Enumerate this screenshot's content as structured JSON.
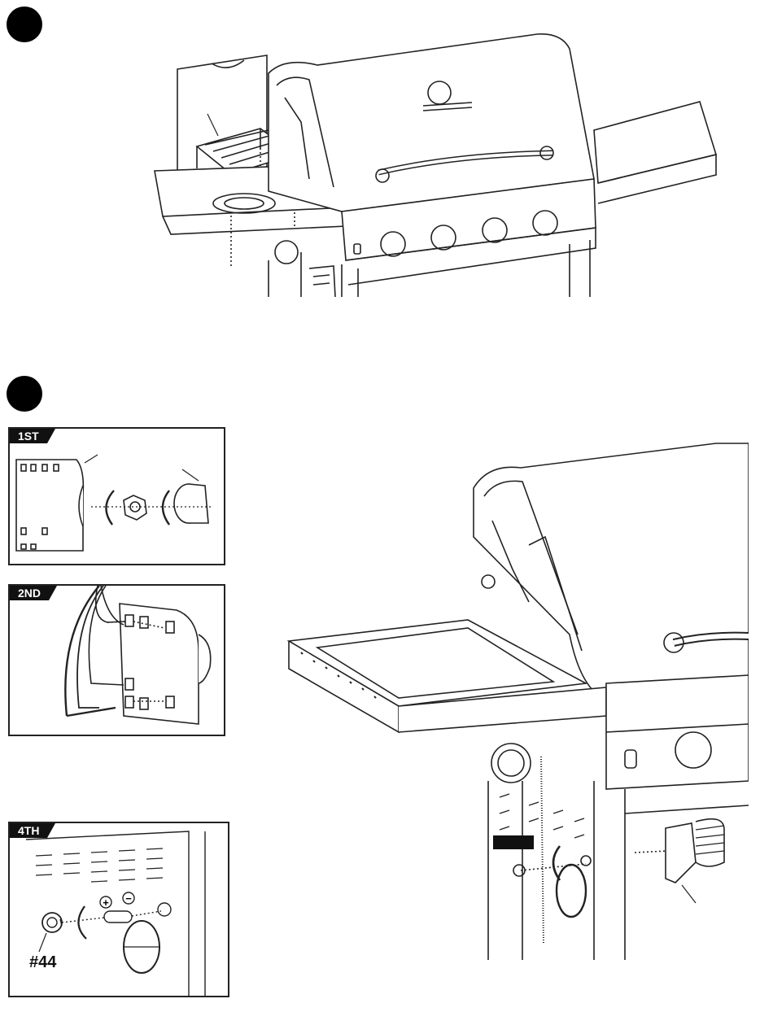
{
  "steps": {
    "panel_tags": {
      "first": "1ST",
      "second": "2ND",
      "fourth": "4TH"
    },
    "part_number": "#44",
    "battery_polarity": {
      "plus": "+",
      "minus": "−"
    }
  },
  "icons": [
    "step-marker-circle",
    "rotate-arrow-icon",
    "plus-sign-icon",
    "minus-sign-icon",
    "battery-icon",
    "push-button-icon",
    "ignition-module-icon"
  ]
}
